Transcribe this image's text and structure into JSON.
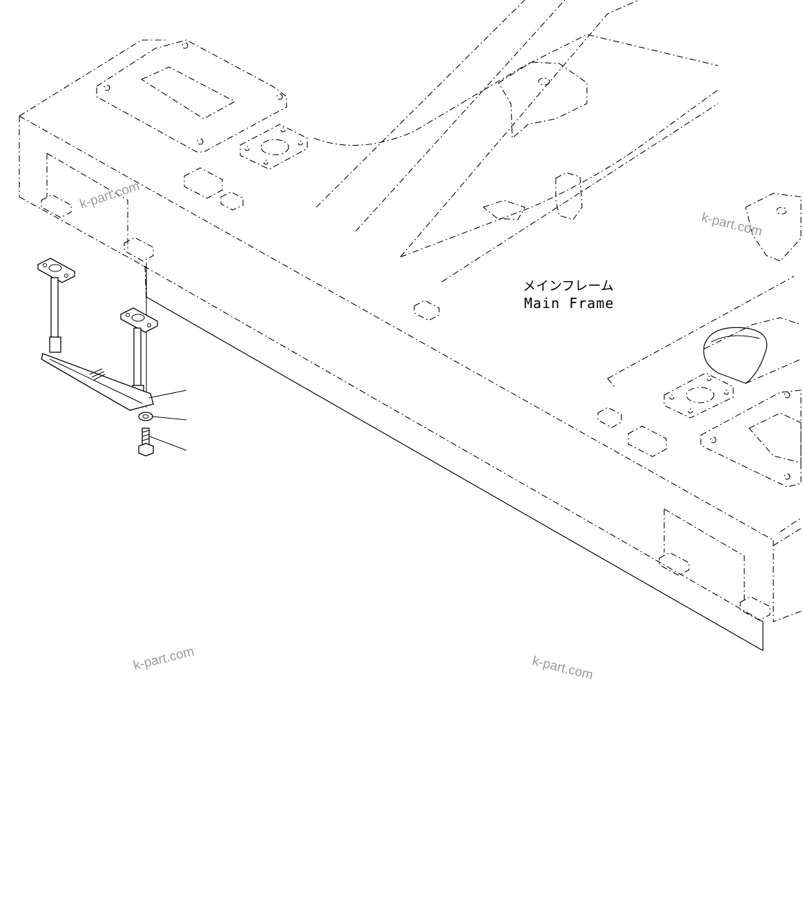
{
  "labels": {
    "main_frame_jp": "メインフレーム",
    "main_frame_en": "Main Frame"
  },
  "watermarks": [
    "k-part.com",
    "k-part.com",
    "k-part.com",
    "k-part.com"
  ],
  "colors": {
    "line": "#000000",
    "watermark": "#9a9a9a",
    "background": "#ffffff"
  }
}
